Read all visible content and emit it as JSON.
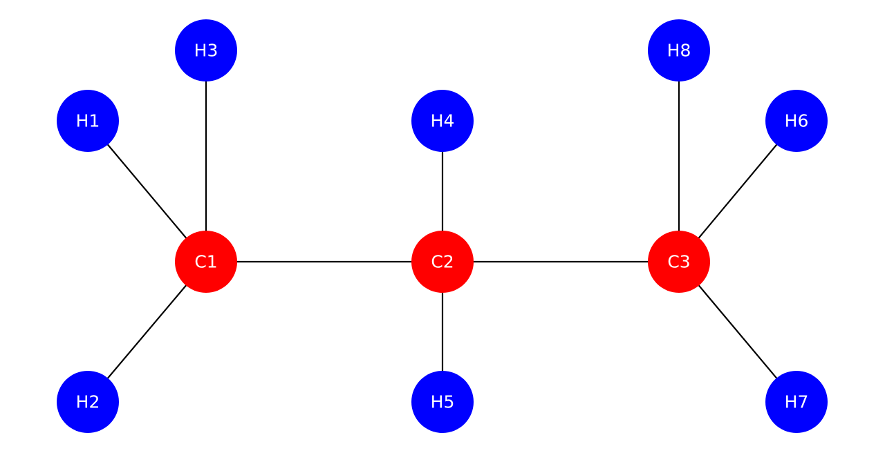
{
  "graph": {
    "colors": {
      "carbon": "#ff0000",
      "hydrogen": "#0000ff",
      "edge": "#000000",
      "label": "#ffffff"
    },
    "nodes": [
      {
        "id": "C1",
        "label": "C1",
        "element": "carbon"
      },
      {
        "id": "C2",
        "label": "C2",
        "element": "carbon"
      },
      {
        "id": "C3",
        "label": "C3",
        "element": "carbon"
      },
      {
        "id": "H1",
        "label": "H1",
        "element": "hydrogen"
      },
      {
        "id": "H2",
        "label": "H2",
        "element": "hydrogen"
      },
      {
        "id": "H3",
        "label": "H3",
        "element": "hydrogen"
      },
      {
        "id": "H4",
        "label": "H4",
        "element": "hydrogen"
      },
      {
        "id": "H5",
        "label": "H5",
        "element": "hydrogen"
      },
      {
        "id": "H6",
        "label": "H6",
        "element": "hydrogen"
      },
      {
        "id": "H7",
        "label": "H7",
        "element": "hydrogen"
      },
      {
        "id": "H8",
        "label": "H8",
        "element": "hydrogen"
      }
    ],
    "edges": [
      [
        "C1",
        "C2"
      ],
      [
        "C2",
        "C3"
      ],
      [
        "C1",
        "H1"
      ],
      [
        "C1",
        "H2"
      ],
      [
        "C1",
        "H3"
      ],
      [
        "C2",
        "H4"
      ],
      [
        "C2",
        "H5"
      ],
      [
        "C3",
        "H6"
      ],
      [
        "C3",
        "H7"
      ],
      [
        "C3",
        "H8"
      ]
    ]
  }
}
